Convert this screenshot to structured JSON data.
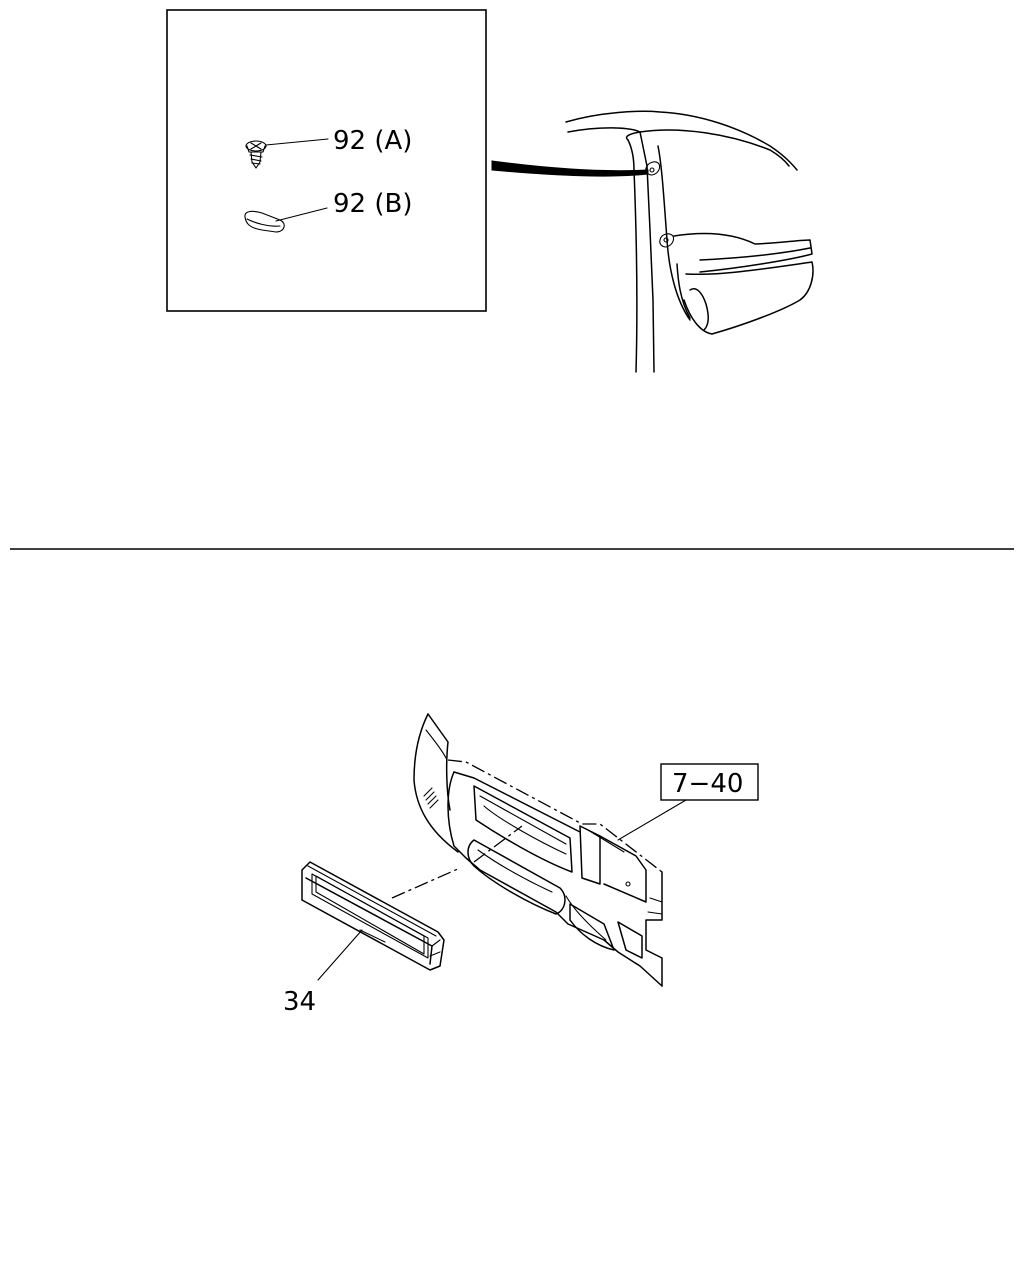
{
  "upper_view": {
    "detail_box": {
      "callout_a": "92 (A)",
      "callout_b": "92 (B)"
    }
  },
  "lower_view": {
    "callout_ref": "7−40",
    "callout_part": "34"
  }
}
